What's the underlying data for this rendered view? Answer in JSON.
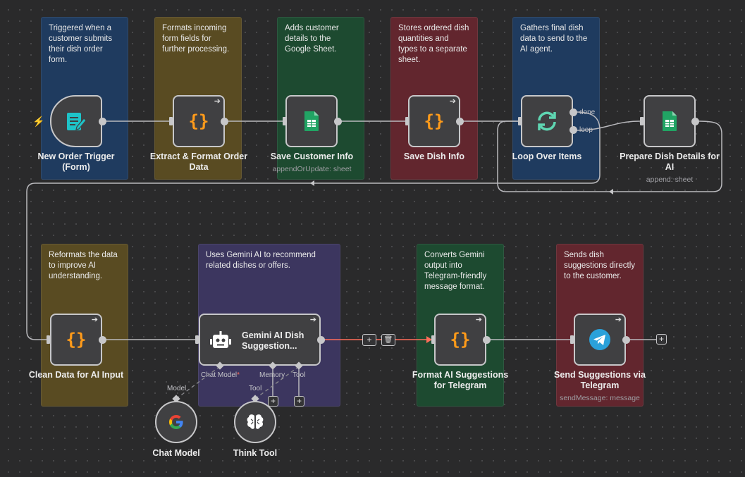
{
  "notes": [
    {
      "id": "trigger-note",
      "text": "Triggered when a customer submits their dish order form."
    },
    {
      "id": "extract-note",
      "text": "Formats incoming form fields for further processing."
    },
    {
      "id": "save-customer-note",
      "text": "Adds customer details to the Google Sheet."
    },
    {
      "id": "save-dish-note",
      "text": "Stores ordered dish quantities and types to a separate sheet."
    },
    {
      "id": "loop-note",
      "text": "Gathers final dish data to send to the AI agent."
    },
    {
      "id": "clean-note",
      "text": "Reformats the data to improve AI understanding."
    },
    {
      "id": "gemini-note",
      "text": "Uses Gemini AI to recommend related dishes or offers."
    },
    {
      "id": "format-note",
      "text": "Converts Gemini output into Telegram-friendly message format."
    },
    {
      "id": "send-note",
      "text": "Sends dish suggestions directly to the customer."
    }
  ],
  "nodes": {
    "trigger": {
      "label": "New Order Trigger (Form)"
    },
    "extract": {
      "label": "Extract & Format Order Data"
    },
    "save_customer": {
      "label": "Save Customer Info",
      "sub": "appendOrUpdate: sheet"
    },
    "save_dish": {
      "label": "Save Dish Info"
    },
    "loop": {
      "label": "Loop Over Items",
      "done": "done",
      "loop": "loop"
    },
    "prepare": {
      "label": "Prepare Dish Details for AI",
      "sub": "append: sheet"
    },
    "clean": {
      "label": "Clean Data for AI Input"
    },
    "gemini": {
      "label": "Gemini AI Dish Suggestion...",
      "chat_model_port": "Chat Model",
      "required_mark": "*",
      "memory_port": "Memory",
      "tool_port": "Tool"
    },
    "format": {
      "label": "Format AI Suggestions for Telegram"
    },
    "send": {
      "label": "Send Suggestions via Telegram",
      "sub": "sendMessage: message"
    },
    "chat_model": {
      "label": "Chat Model",
      "port": "Model"
    },
    "think_tool": {
      "label": "Think Tool",
      "port": "Tool"
    }
  },
  "controls": {
    "plus": "+",
    "trash": "🗑"
  },
  "colors": {
    "canvas": "#2a2a2b",
    "code_orange": "#ff9b1a",
    "sheets_green": "#21a464",
    "loop_teal": "#5fd6b2",
    "telegram_blue": "#2aa1da",
    "active_wire": "#ff6d5a"
  }
}
